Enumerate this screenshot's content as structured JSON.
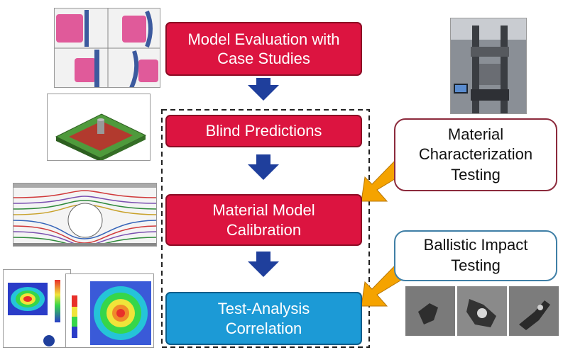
{
  "flow": {
    "step1": "Model Evaluation with\nCase Studies",
    "step2": "Blind Predictions",
    "step3": "Material Model\nCalibration",
    "step4": "Test-Analysis\nCorrelation"
  },
  "callouts": {
    "material": "Material\nCharacterization\nTesting",
    "ballistic": "Ballistic Impact\nTesting"
  },
  "colors": {
    "flow_red": "#dc1440",
    "flow_blue": "#1c9ad6",
    "arrow_blue": "#1f3f9c",
    "arrow_orange": "#f5a300",
    "material_callout_border": "#8c2a3c",
    "ballistic_callout_border": "#3f7fa6"
  }
}
